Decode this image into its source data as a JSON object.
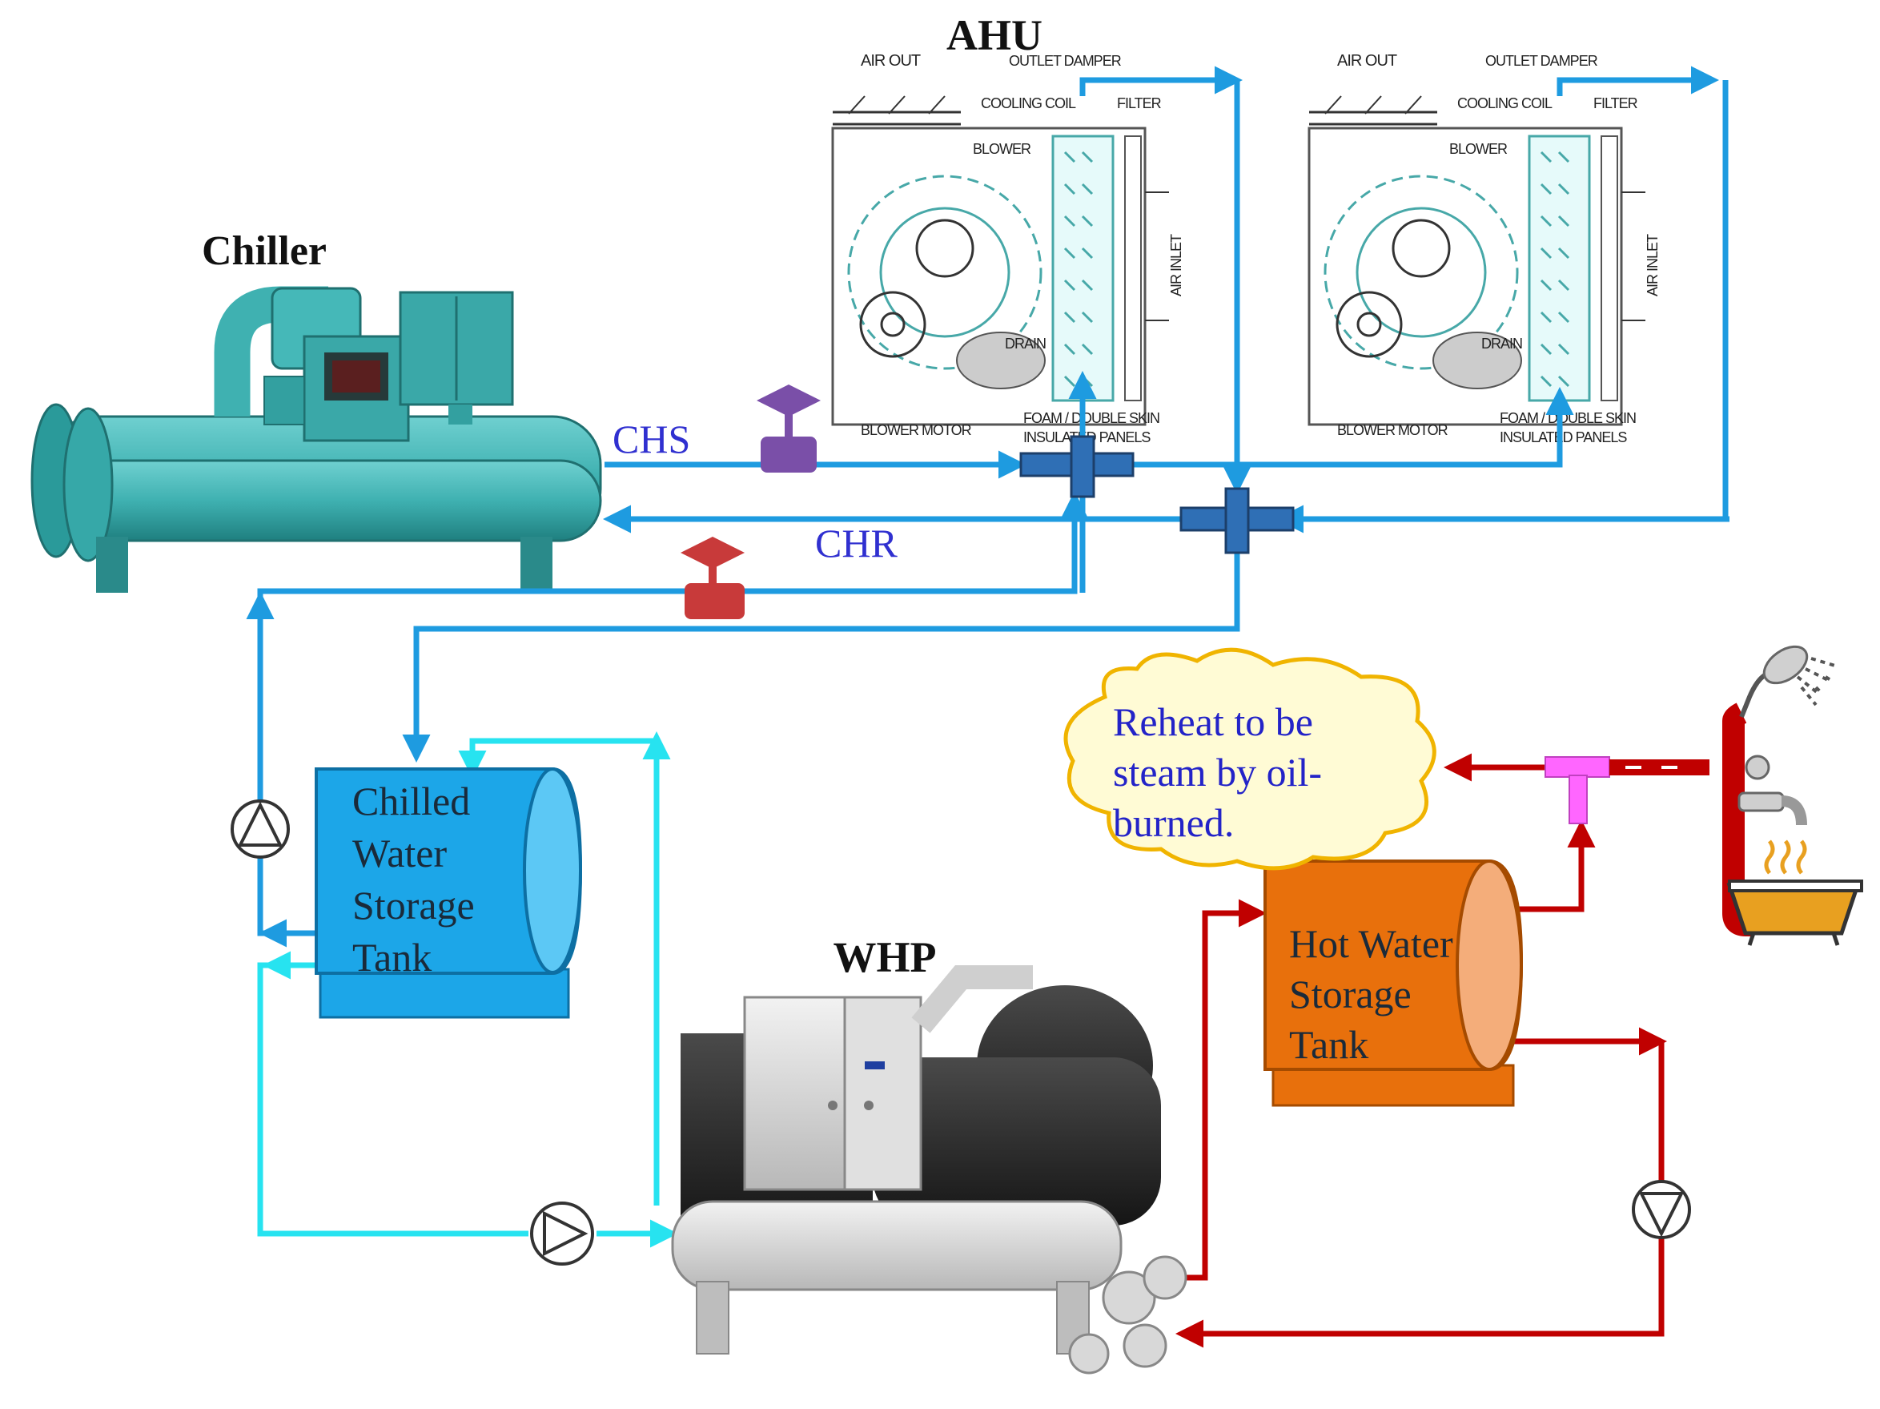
{
  "titles": {
    "chiller": "Chiller",
    "ahu": "AHU",
    "whp": "WHP"
  },
  "pipe_labels": {
    "chs": "CHS",
    "chr": "CHR"
  },
  "ahu_labels": {
    "air_out": "AIR OUT",
    "outlet_damper": "OUTLET DAMPER",
    "cooling_coil": "COOLING COIL",
    "filter": "FILTER",
    "blower": "BLOWER",
    "air_inlet": "AIR INLET",
    "drain": "DRAIN",
    "blower_motor": "BLOWER MOTOR",
    "panels_line1": "FOAM / DOUBLE SKIN",
    "panels_line2": "INSULATED PANELS"
  },
  "tanks": {
    "chilled": [
      "Chilled",
      "Water",
      "Storage",
      "Tank"
    ],
    "hot": [
      "Hot Water",
      "Storage",
      "Tank"
    ]
  },
  "cloud": [
    "Reheat to be",
    "steam by oil-",
    "burned."
  ],
  "colors": {
    "chilled_pipe": "#1e9be0",
    "cyan_pipe": "#27e3f0",
    "hot_pipe": "#c00000",
    "chilled_tank": "#1ca6e8",
    "hot_tank": "#e8700c",
    "cloud_fill": "#fffbd5",
    "cloud_stroke": "#f0b400",
    "chs_valve": "#7a4fa8",
    "chr_valve": "#c83a3a",
    "fitting": "#2f6fb5",
    "tee": "#ff66ff",
    "machine": "#3fb1b1"
  },
  "icons": [
    "pump-icon",
    "valve-icon",
    "shower-icon",
    "faucet-icon",
    "bathtub-icon",
    "steam-icon"
  ]
}
